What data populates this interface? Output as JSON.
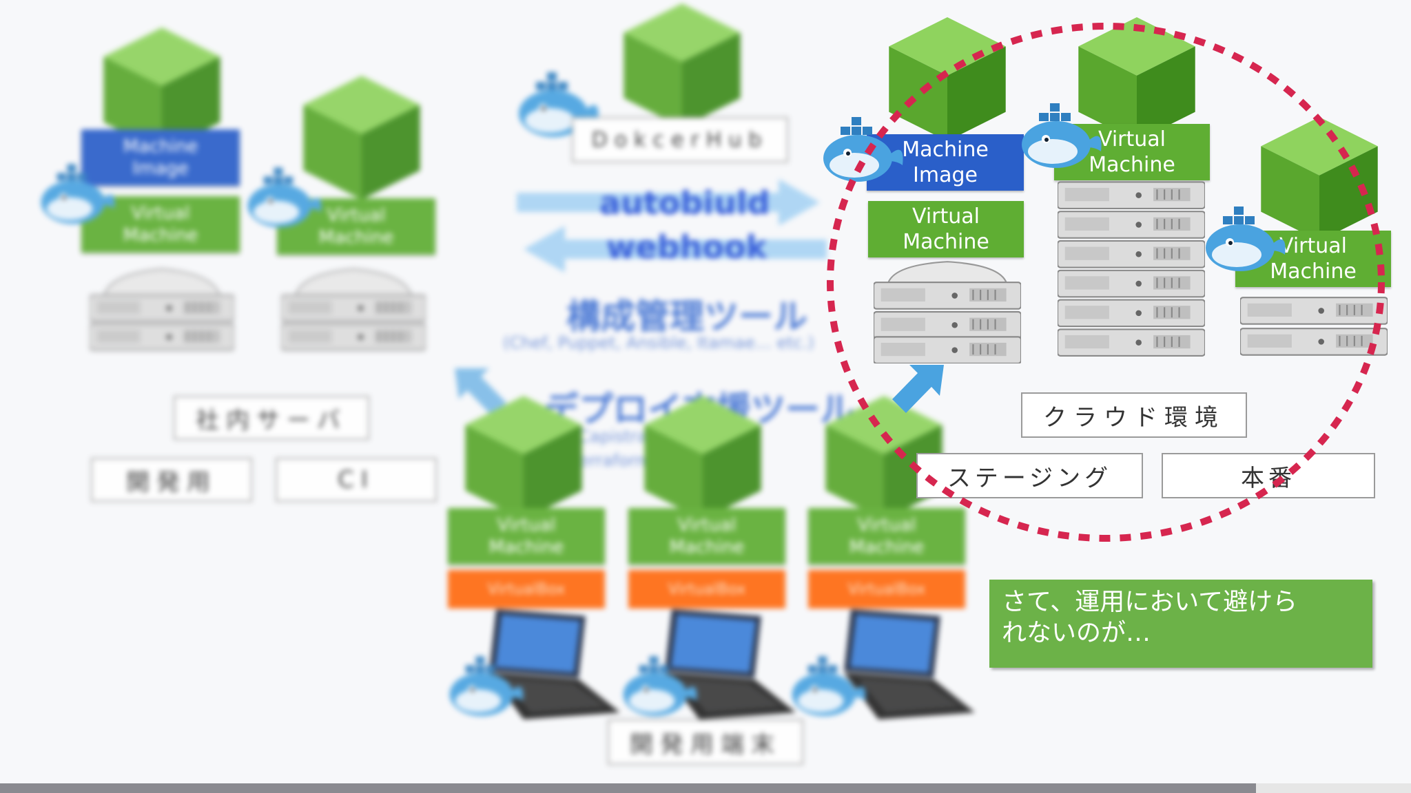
{
  "left_group": {
    "machine_image": "Machine\nImage",
    "virtual_machine": "Virtual\nMachine",
    "server_label": "社内サーバ",
    "sub_labels": [
      "開発用",
      "CI"
    ]
  },
  "center_group": {
    "hub_label": "DokcerHub",
    "arrow_autobuild": "autobiuld",
    "arrow_webhook": "webhook",
    "config_tool_title": "構成管理ツール",
    "config_tool_examples": "(Chef, Puppet, Ansible, Itamae… etc.)",
    "deploy_tool_title": "デプロイ支援ツール",
    "deploy_tool_examples_1": "(Capistrano, Packer",
    "deploy_tool_examples_2": "Terraform… etc.)",
    "dev_vm_label": "Virtual\nMachine",
    "virtualbox_label": "VirtualBox",
    "dev_terminal_label": "開発用端末"
  },
  "right_group": {
    "machine_image": "Machine\nImage",
    "virtual_machine_1": "Virtual\nMachine",
    "virtual_machine_2": "Virtual\nMachine",
    "virtual_machine_3": "Virtual\nMachine",
    "cloud_label": "クラウド環境",
    "staging_label": "ステージング",
    "production_label": "本番"
  },
  "note": {
    "text": "さて、運用において避けら\nれないのが…"
  },
  "progress": {
    "fraction": 0.89
  },
  "colors": {
    "cube_green": "#5fae33",
    "image_blue": "#2a5fc9",
    "virtualbox_orange": "#ff6a10",
    "circle_red": "#d6264f",
    "note_green": "#6cb248"
  }
}
